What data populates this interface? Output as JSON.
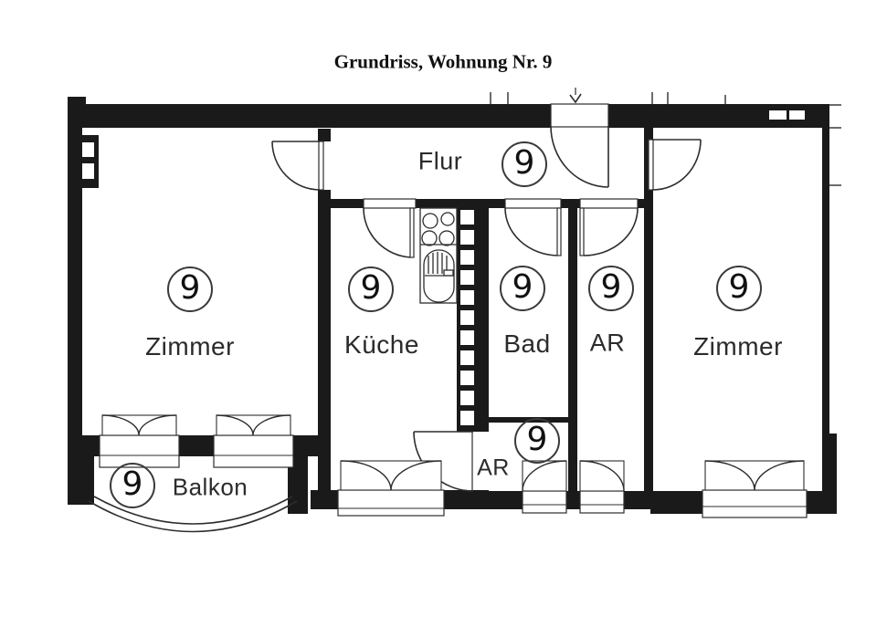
{
  "title": "Grundriss, Wohnung Nr. 9",
  "apartment_number": "9",
  "rooms": {
    "flur": {
      "name": "Flur",
      "number": "9"
    },
    "zimmer_left": {
      "name": "Zimmer",
      "number": "9"
    },
    "kueche": {
      "name": "Küche",
      "number": "9"
    },
    "bad": {
      "name": "Bad",
      "number": "9"
    },
    "ar_upper": {
      "name": "AR",
      "number": "9"
    },
    "zimmer_right": {
      "name": "Zimmer",
      "number": "9"
    },
    "ar_lower": {
      "name": "AR",
      "number": "9"
    },
    "balkon": {
      "name": "Balkon",
      "number": "9"
    }
  },
  "colors": {
    "wall": "#1a1a1a",
    "line": "#2d2d2d",
    "text": "#2b2b2b",
    "background": "#ffffff"
  }
}
